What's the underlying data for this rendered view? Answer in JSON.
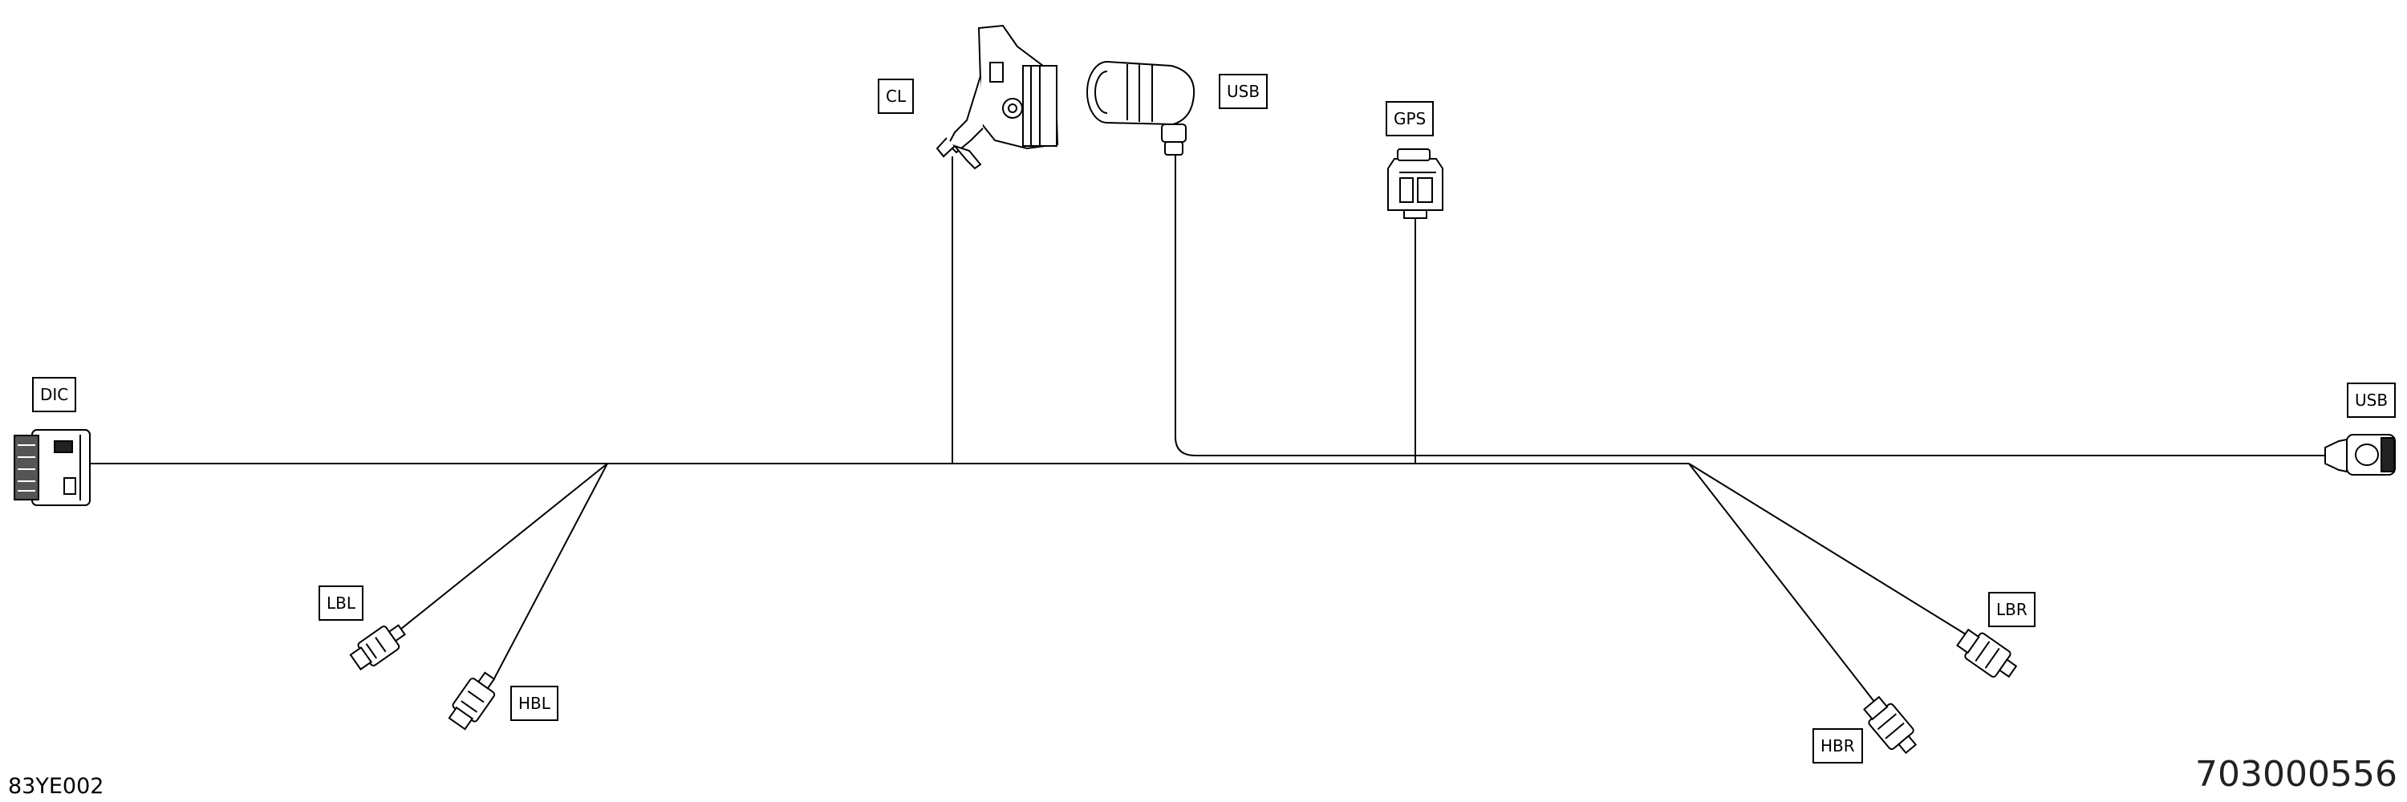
{
  "connectors": {
    "dic": "DIC",
    "cl": "CL",
    "usb_top": "USB",
    "gps": "GPS",
    "usb_right": "USB",
    "lbl": "LBL",
    "hbl": "HBL",
    "lbr": "LBR",
    "hbr": "HBR"
  },
  "footer": {
    "figure_code": "83YE002",
    "part_number": "703000556"
  }
}
